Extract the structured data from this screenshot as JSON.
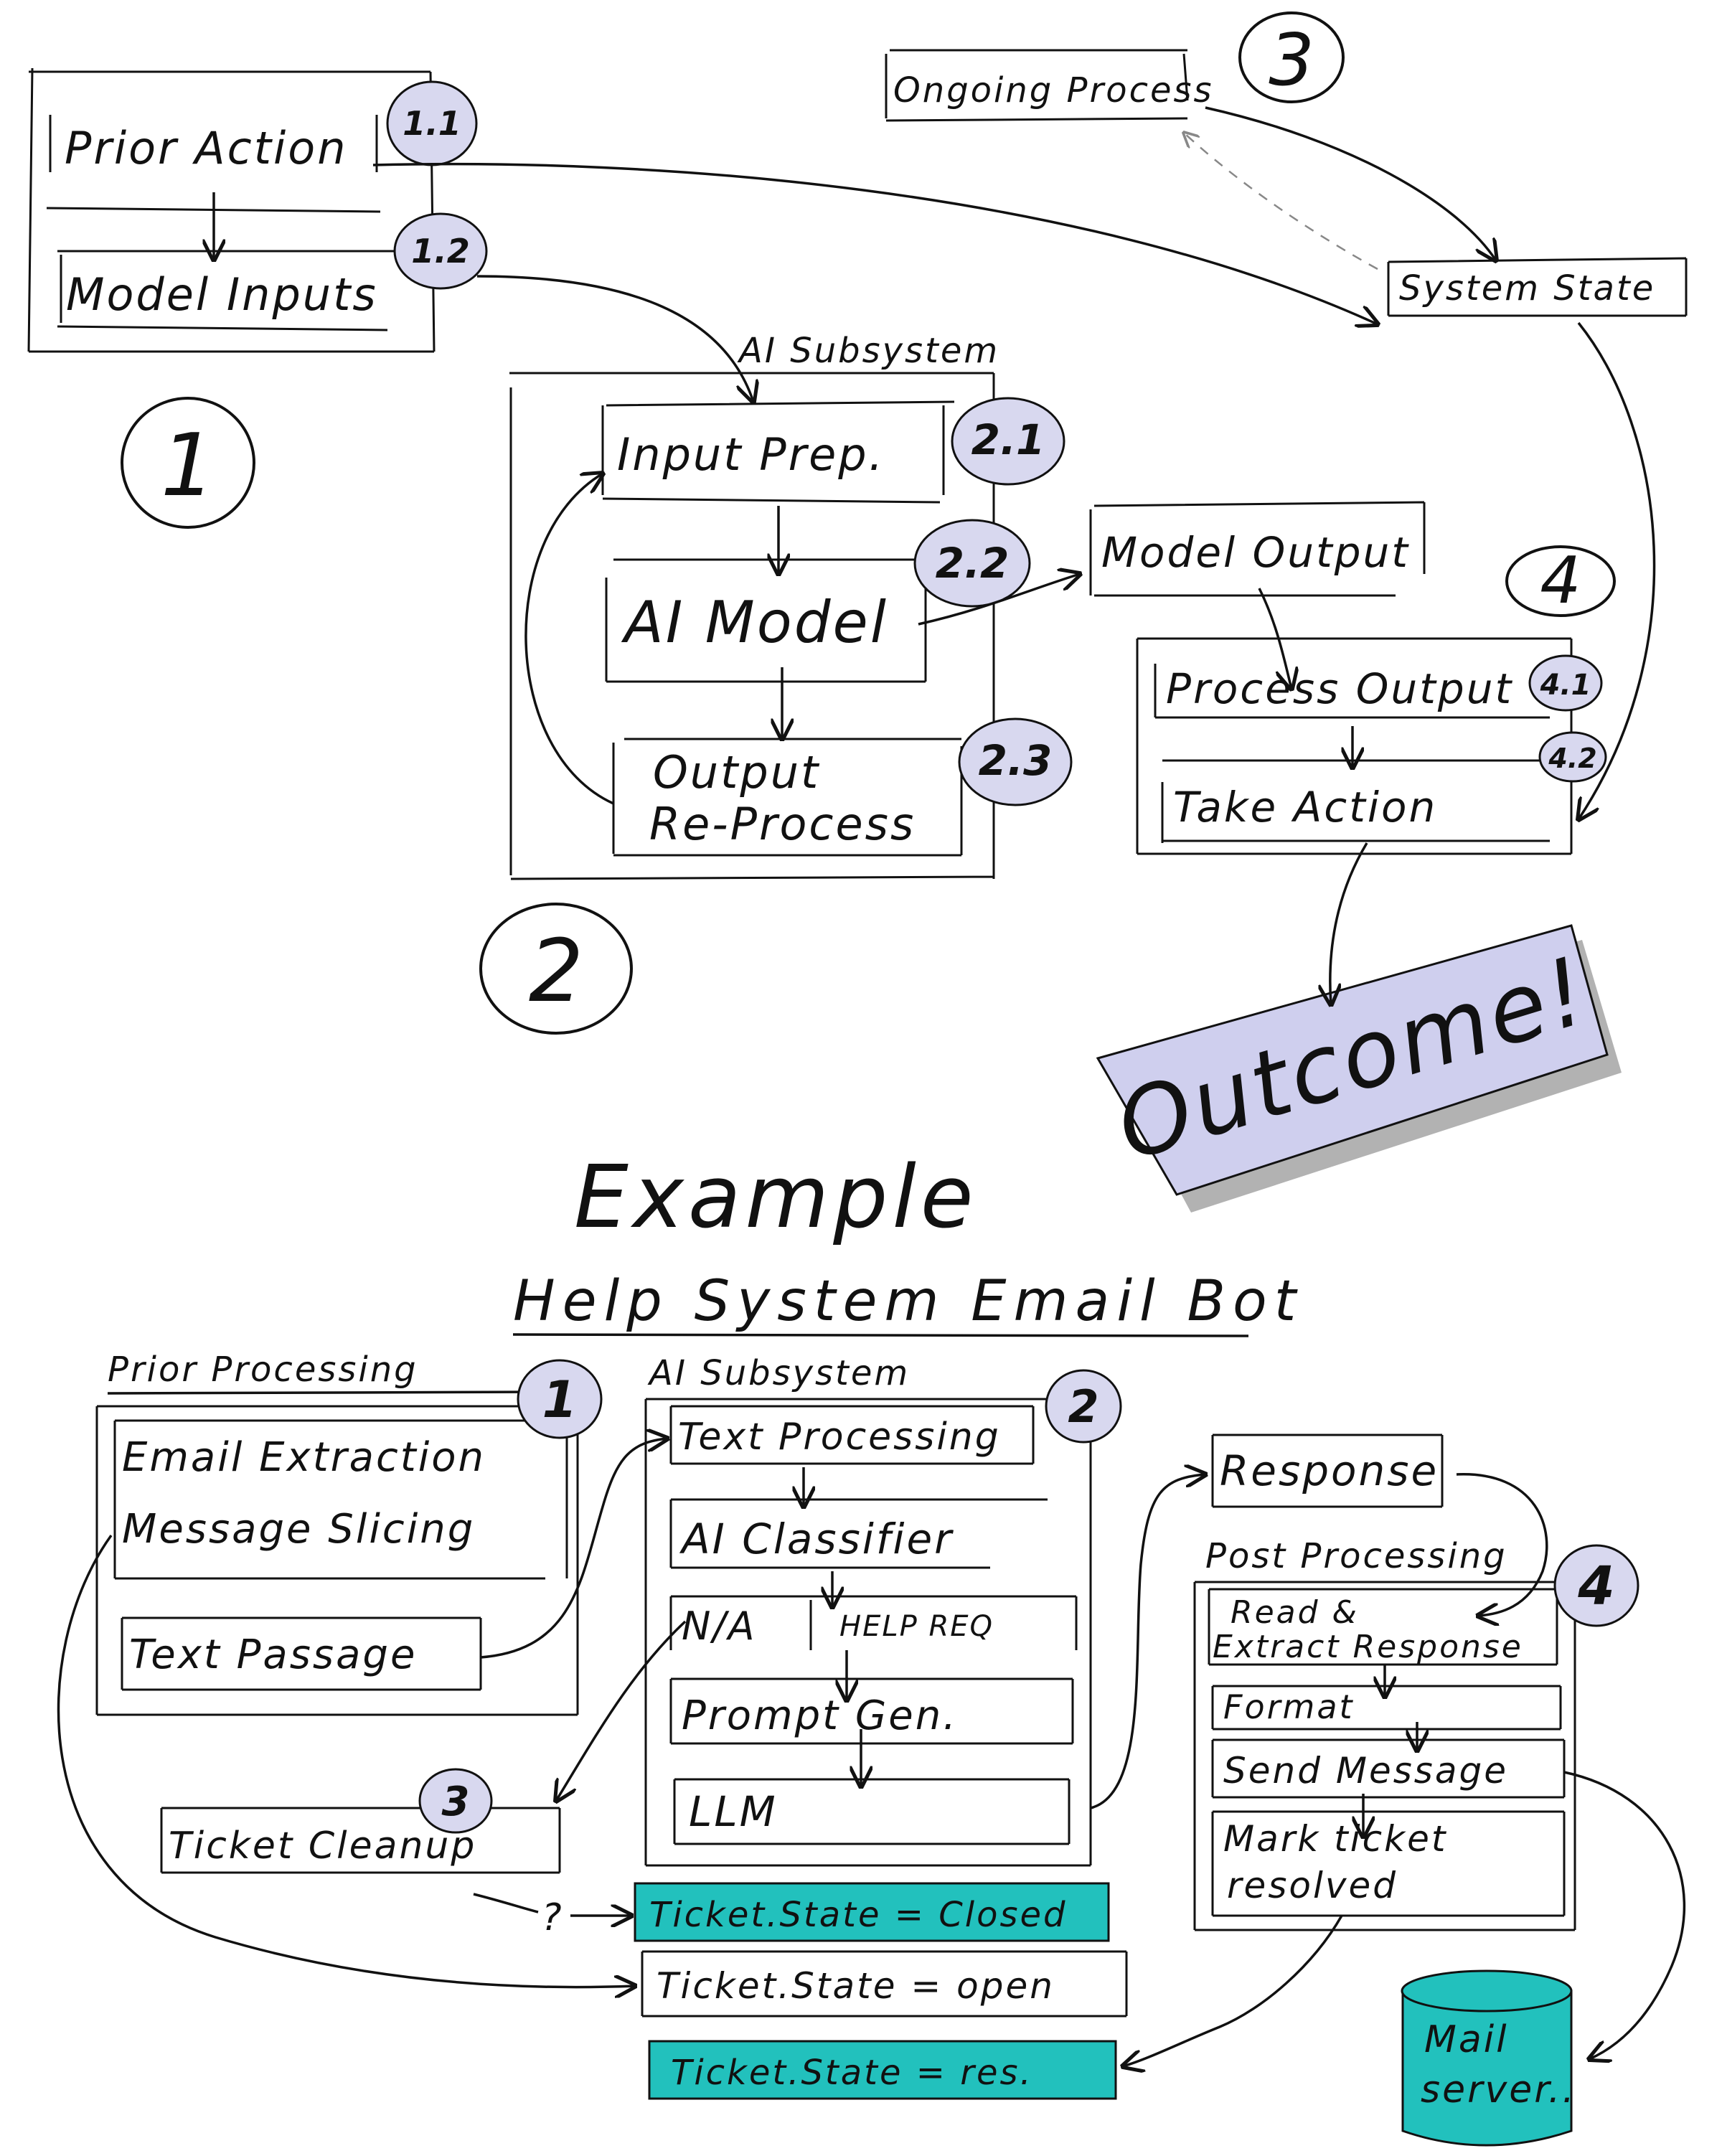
{
  "colors": {
    "ink": "#111111",
    "badge_fill": "#d8d8ef",
    "outcome_fill": "#cfcfee",
    "teal": "#22c1bd"
  },
  "general": {
    "stage1": {
      "number": "1",
      "prior_action": "Prior Action",
      "model_inputs": "Model Inputs",
      "badge_1_1": "1.1",
      "badge_1_2": "1.2"
    },
    "stage2": {
      "number": "2",
      "title": "AI Subsystem",
      "input_prep": "Input Prep.",
      "ai_model": "AI Model",
      "output_line1": "Output",
      "output_line2": "Re-Process",
      "badge_2_1": "2.1",
      "badge_2_2": "2.2",
      "badge_2_3": "2.3"
    },
    "stage3": {
      "number": "3",
      "ongoing_process": "Ongoing Process",
      "system_state": "System State"
    },
    "stage4": {
      "number": "4",
      "model_output": "Model Output",
      "process_output": "Process Output",
      "take_action": "Take Action",
      "badge_4_1": "4.1",
      "badge_4_2": "4.2"
    },
    "outcome": "Outcome!"
  },
  "example": {
    "heading": "Example",
    "subtitle": "Help System Email Bot",
    "prior": {
      "title": "Prior Processing",
      "badge": "1",
      "email_extraction": "Email Extraction",
      "message_slicing": "Message Slicing",
      "text_passage": "Text Passage"
    },
    "ai": {
      "title": "AI Subsystem",
      "badge": "2",
      "text_processing": "Text Processing",
      "classifier": "AI Classifier",
      "na": "N/A",
      "help_req": "HELP REQ",
      "prompt_gen": "Prompt Gen.",
      "llm": "LLM"
    },
    "cleanup": {
      "badge": "3",
      "label": "Ticket Cleanup",
      "question": "?"
    },
    "response": "Response",
    "post": {
      "title": "Post Processing",
      "badge": "4",
      "read_line1": "Read &",
      "read_line2": "Extract Response",
      "format": "Format",
      "send_message": "Send Message",
      "mark_line1": "Mark ticket",
      "mark_line2": "resolved"
    },
    "states": {
      "closed": "Ticket.State = Closed",
      "open": "Ticket.State = open",
      "resolved": "Ticket.State = res."
    },
    "mail_server_line1": "Mail",
    "mail_server_line2": "server.."
  }
}
